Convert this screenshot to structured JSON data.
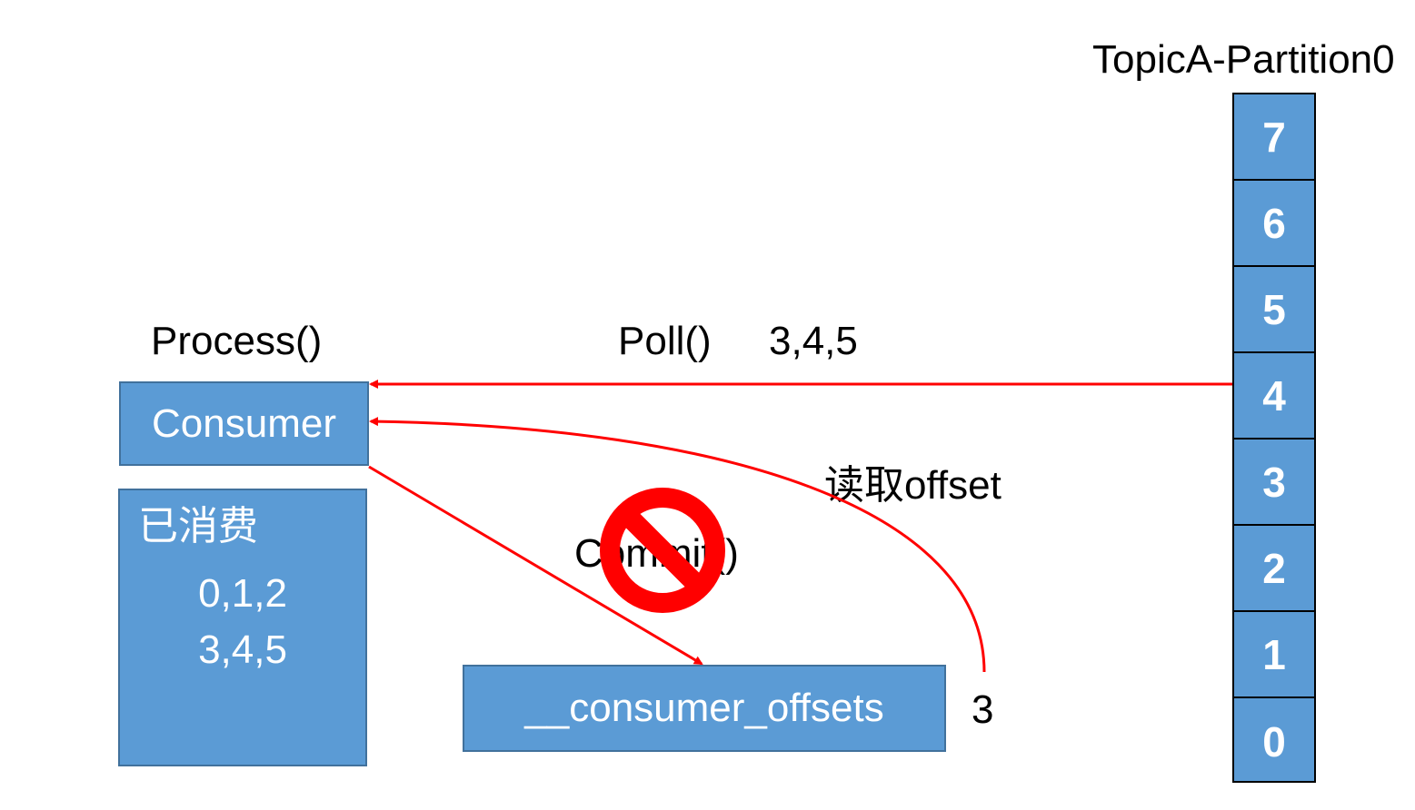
{
  "partition": {
    "title": "TopicA-Partition0",
    "offsets": [
      "7",
      "6",
      "5",
      "4",
      "3",
      "2",
      "1",
      "0"
    ]
  },
  "labels": {
    "process": "Process()",
    "poll": "Poll()",
    "poll_values": "3,4,5",
    "read_offset": "读取offset",
    "commit": "Commit()",
    "stored_offset": "3"
  },
  "consumer": {
    "label": "Consumer"
  },
  "consumed": {
    "title": "已消费",
    "line1": "0,1,2",
    "line2": "3,4,5"
  },
  "offsets_topic": {
    "label": "__consumer_offsets"
  },
  "colors": {
    "box_fill": "#5b9bd5",
    "box_border": "#41719c",
    "arrow": "#ff0000",
    "prohibit": "#ff0000"
  },
  "icons": {
    "prohibit": "prohibited-icon"
  }
}
